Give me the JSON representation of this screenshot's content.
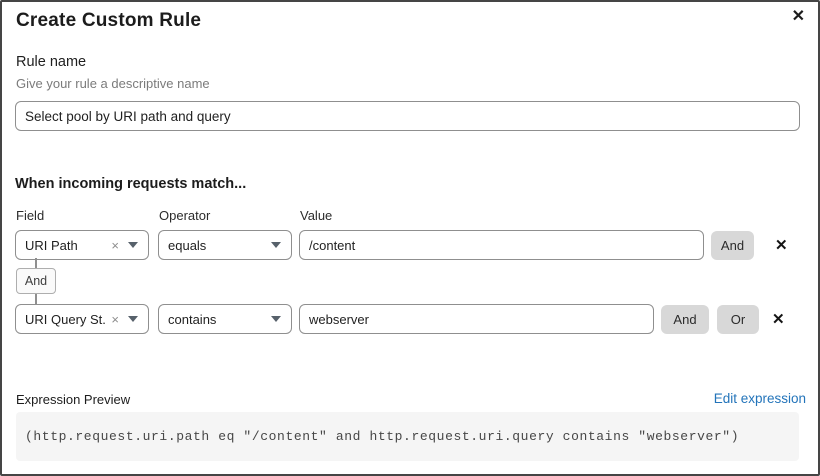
{
  "dialog": {
    "title": "Create Custom Rule",
    "close_icon": "✕"
  },
  "rule_name": {
    "label": "Rule name",
    "hint": "Give your rule a descriptive name",
    "value": "Select pool by URI path and query"
  },
  "match": {
    "heading": "When incoming requests match...",
    "columns": {
      "field": "Field",
      "operator": "Operator",
      "value": "Value"
    },
    "connector_label": "And",
    "rows": [
      {
        "field": "URI Path",
        "operator": "equals",
        "value": "/content",
        "and_label": "And",
        "clear_icon": "×",
        "delete_icon": "✕"
      },
      {
        "field": "URI Query St...",
        "operator": "contains",
        "value": "webserver",
        "and_label": "And",
        "or_label": "Or",
        "clear_icon": "×",
        "delete_icon": "✕"
      }
    ]
  },
  "expression": {
    "label": "Expression Preview",
    "edit_link": "Edit expression",
    "code": "(http.request.uri.path eq \"/content\" and http.request.uri.query contains \"webserver\")"
  },
  "colors": {
    "link_blue": "#2374ba",
    "button_gray": "#d8d8d8",
    "code_background": "#f5f5f5",
    "dialog_border": "#454545"
  }
}
